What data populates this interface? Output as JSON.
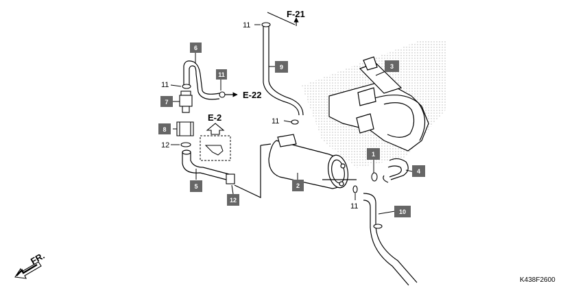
{
  "diagram": {
    "diagram_code": "K438F2600",
    "direction_label": "FR.",
    "references": {
      "f21": "F-21",
      "e22": "E-22",
      "e2": "E-2"
    },
    "part_boxes": {
      "p1": "1",
      "p2": "2",
      "p3": "3",
      "p4": "4",
      "p5": "5",
      "p6": "6",
      "p7": "7",
      "p8": "8",
      "p9": "9",
      "p10": "10",
      "p11": "11",
      "p12": "12"
    },
    "callouts": {
      "c11_top": "11",
      "c11_left": "11",
      "c11_mid": "11",
      "c11_bottom": "11",
      "c12_left": "12"
    }
  }
}
